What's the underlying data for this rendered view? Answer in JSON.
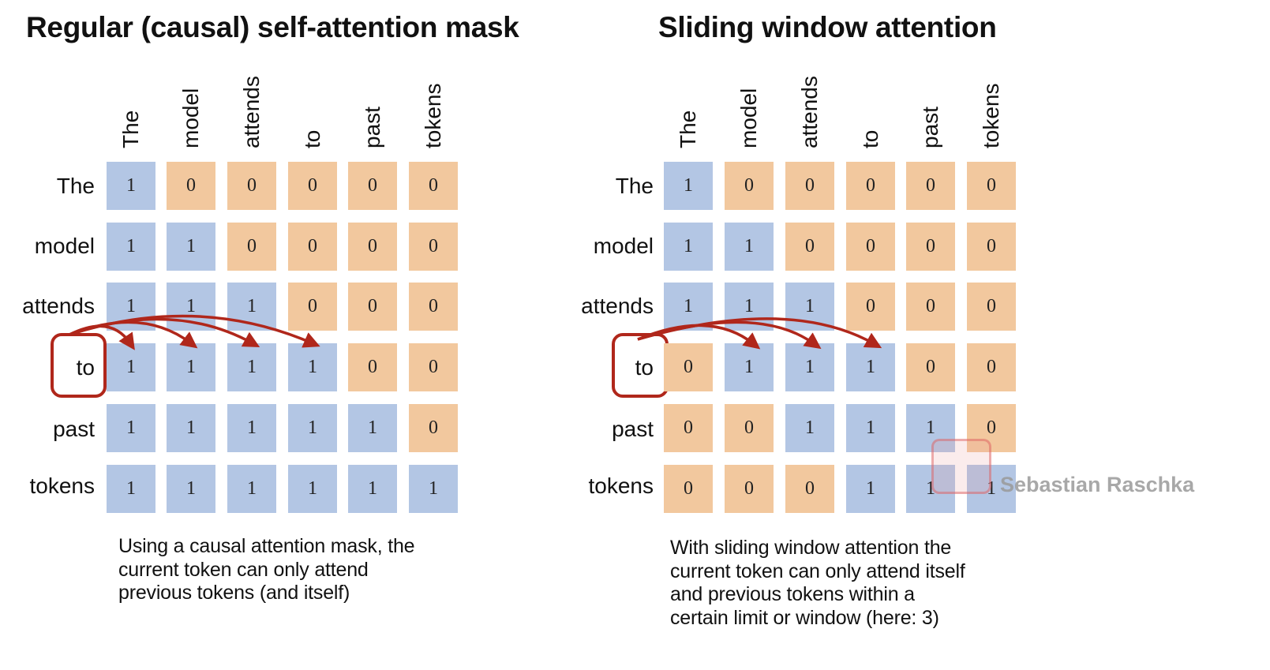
{
  "left_panel": {
    "title": "Regular (causal) self-attention mask",
    "tokens": [
      "The",
      "model",
      "attends",
      "to",
      "past",
      "tokens"
    ],
    "matrix": [
      [
        1,
        0,
        0,
        0,
        0,
        0
      ],
      [
        1,
        1,
        0,
        0,
        0,
        0
      ],
      [
        1,
        1,
        1,
        0,
        0,
        0
      ],
      [
        1,
        1,
        1,
        1,
        0,
        0
      ],
      [
        1,
        1,
        1,
        1,
        1,
        0
      ],
      [
        1,
        1,
        1,
        1,
        1,
        1
      ]
    ],
    "highlighted_row": "to",
    "caption": [
      "Using a causal attention mask, the",
      "current token can only attend",
      "previous tokens (and itself)"
    ]
  },
  "right_panel": {
    "title": "Sliding window attention",
    "tokens": [
      "The",
      "model",
      "attends",
      "to",
      "past",
      "tokens"
    ],
    "matrix": [
      [
        1,
        0,
        0,
        0,
        0,
        0
      ],
      [
        1,
        1,
        0,
        0,
        0,
        0
      ],
      [
        1,
        1,
        1,
        0,
        0,
        0
      ],
      [
        0,
        1,
        1,
        1,
        0,
        0
      ],
      [
        0,
        0,
        1,
        1,
        1,
        0
      ],
      [
        0,
        0,
        0,
        1,
        1,
        1
      ]
    ],
    "highlighted_row": "to",
    "window_size": 3,
    "caption": [
      "With sliding window attention the",
      "current token can only attend itself",
      "and previous tokens within a",
      "certain limit or window (here: 3)"
    ]
  },
  "colors": {
    "attend_cell": "#b3c6e4",
    "masked_cell": "#f2c89e",
    "highlight": "#b0271b",
    "text": "#111111"
  },
  "watermark": "Sebastian Raschka"
}
